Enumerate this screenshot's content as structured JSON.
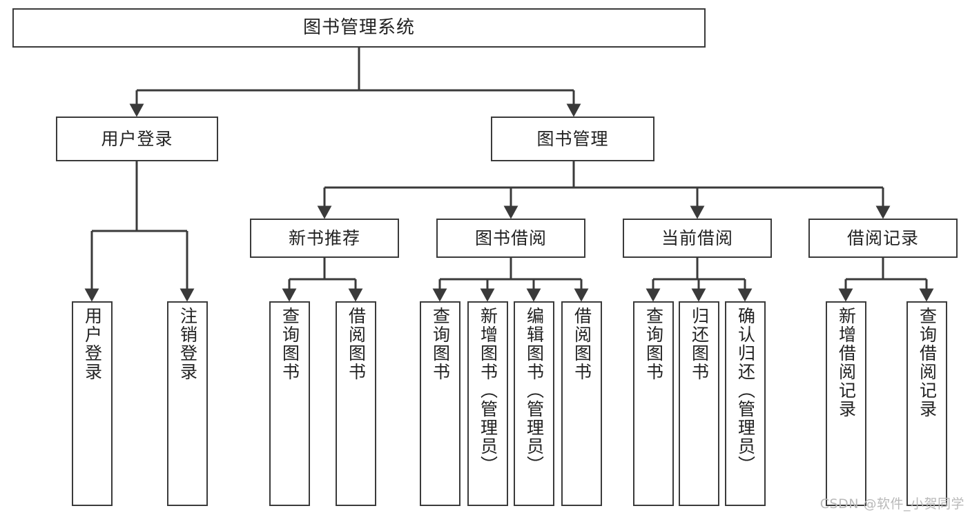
{
  "diagram": {
    "title": "图书管理系统",
    "type": "tree-hierarchy",
    "watermark": "CSDN @软件_小贺同学",
    "colors": {
      "stroke": "#3a3a3a",
      "fill": "#ffffff",
      "text": "#222222",
      "watermark": "#b9b9b9"
    }
  },
  "nodes": {
    "root": {
      "label": "图书管理系统"
    },
    "level2": [
      {
        "id": "user-login",
        "label": "用户登录"
      },
      {
        "id": "book-manage",
        "label": "图书管理"
      }
    ],
    "level3": [
      {
        "id": "new-book-recommend",
        "label": "新书推荐"
      },
      {
        "id": "book-borrow",
        "label": "图书借阅"
      },
      {
        "id": "current-borrow",
        "label": "当前借阅"
      },
      {
        "id": "borrow-record",
        "label": "借阅记录"
      }
    ],
    "leaves": {
      "user-login": [
        {
          "id": "leaf-user-login",
          "label": "用户登录"
        },
        {
          "id": "leaf-user-logout",
          "label": "注销登录"
        }
      ],
      "new-book-recommend": [
        {
          "id": "leaf-query-book-1",
          "label": "查询图书"
        },
        {
          "id": "leaf-borrow-book-1",
          "label": "借阅图书"
        }
      ],
      "book-borrow": [
        {
          "id": "leaf-query-book-2",
          "label": "查询图书"
        },
        {
          "id": "leaf-add-book",
          "label": "新增图书（管理员）"
        },
        {
          "id": "leaf-edit-book",
          "label": "编辑图书（管理员）"
        },
        {
          "id": "leaf-borrow-book-2",
          "label": "借阅图书"
        }
      ],
      "current-borrow": [
        {
          "id": "leaf-query-book-3",
          "label": "查询图书"
        },
        {
          "id": "leaf-return-book",
          "label": "归还图书"
        },
        {
          "id": "leaf-confirm-return",
          "label": "确认归还（管理员）"
        }
      ],
      "borrow-record": [
        {
          "id": "leaf-add-record",
          "label": "新增借阅记录"
        },
        {
          "id": "leaf-query-record",
          "label": "查询借阅记录"
        }
      ]
    }
  }
}
